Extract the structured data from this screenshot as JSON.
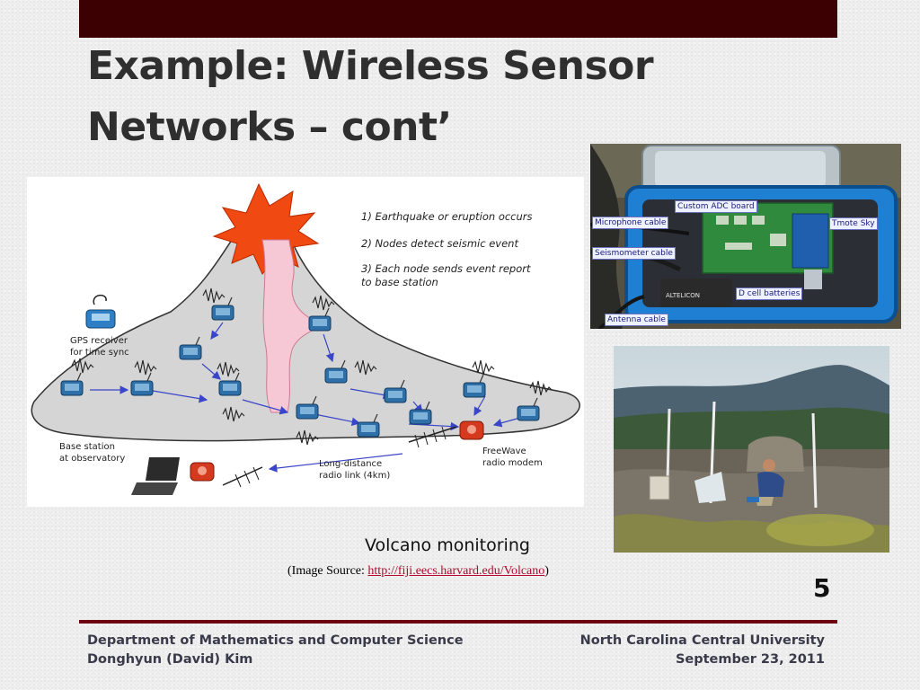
{
  "slide": {
    "title_line1": "Example: Wireless Sensor",
    "title_line2": "Networks – cont’",
    "caption": "Volcano monitoring",
    "source_prefix": "(Image Source: ",
    "source_link": "http://fiji.eecs.harvard.edu/Volcano",
    "source_suffix": ")",
    "slide_number": "5"
  },
  "diagram": {
    "steps": [
      "1) Earthquake or eruption occurs",
      "2) Nodes detect seismic event",
      "3) Each node sends event report",
      "to base station"
    ],
    "gps_label_1": "GPS receiver",
    "gps_label_2": "for time sync",
    "base_label_1": "Base station",
    "base_label_2": "at observatory",
    "radio_label_1": "Long-distance",
    "radio_label_2": "radio link (4km)",
    "modem_label_1": "FreeWave",
    "modem_label_2": "radio modem"
  },
  "box_photo": {
    "callouts": {
      "adc": "Custom ADC board",
      "mic": "Microphone cable",
      "tmote": "Tmote Sky",
      "seis": "Seismometer cable",
      "battery": "D cell batteries",
      "antenna": "Antenna cable"
    },
    "battery_brand": "ALTELICON"
  },
  "footer": {
    "dept": "Department of Mathematics and Computer Science",
    "author": "Donghyun (David) Kim",
    "university": "North Carolina Central University",
    "date": "September 23, 2011"
  },
  "colors": {
    "top_bar": "#3c0003",
    "rule": "#6c0010",
    "link": "#b20a2e",
    "sensor": "#2f6fa8",
    "arrow": "#3a46c8",
    "modem": "#d63a1e"
  }
}
